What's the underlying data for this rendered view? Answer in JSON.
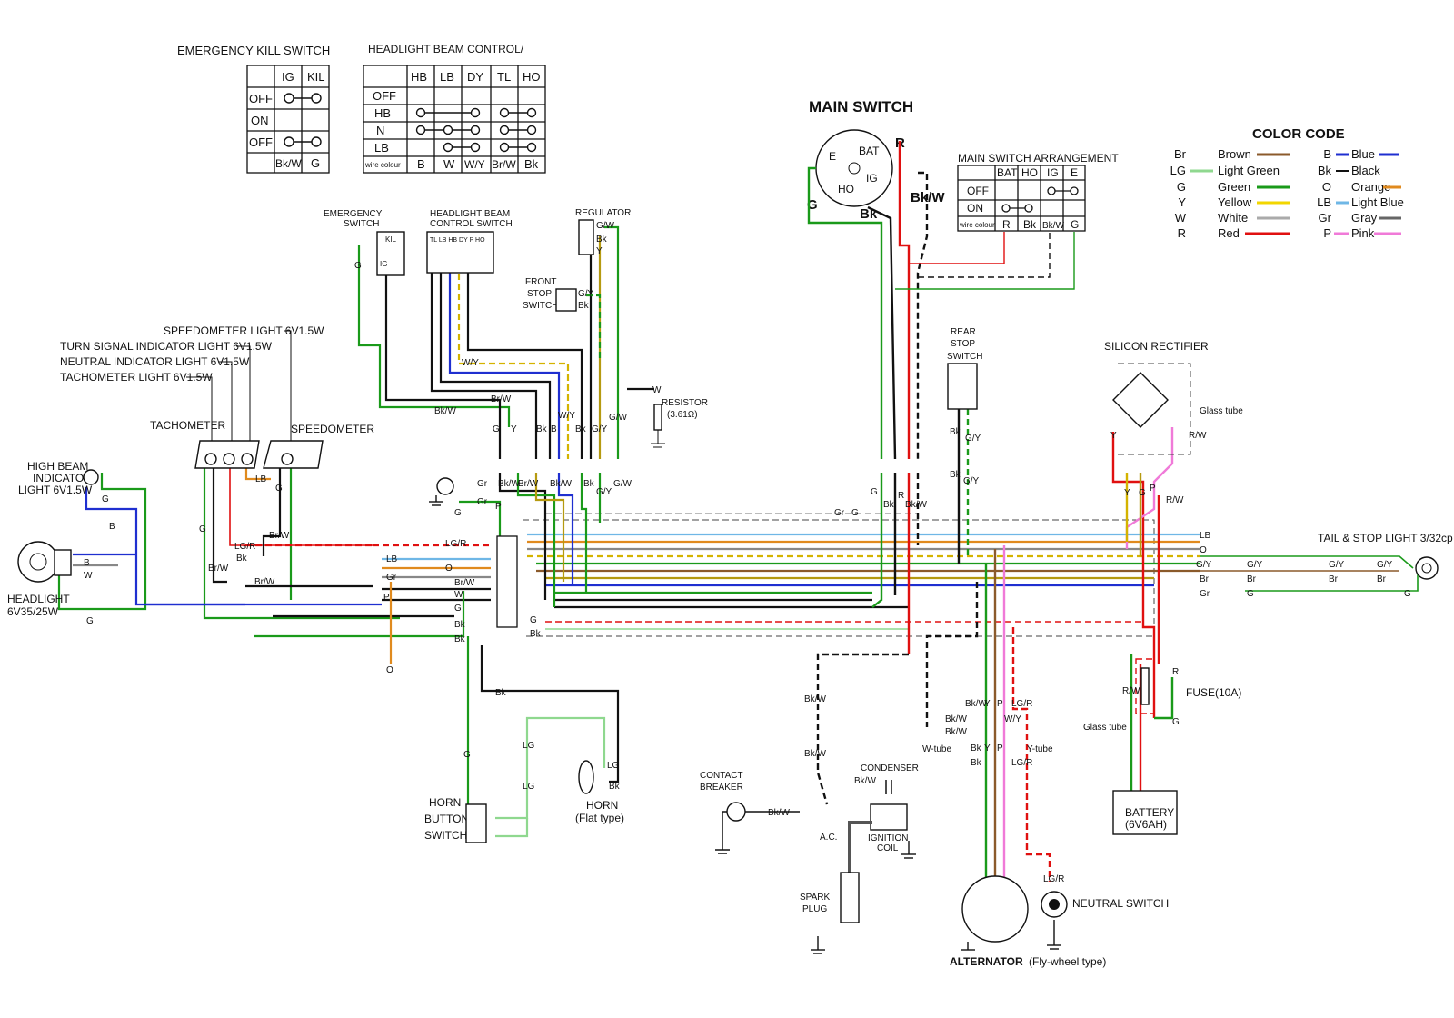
{
  "kill_switch_table": {
    "title": "EMERGENCY KILL SWITCH",
    "cols": [
      "IG",
      "KIL"
    ],
    "rows": [
      "OFF",
      "ON",
      "OFF"
    ],
    "footer": [
      "Bk/W",
      "G"
    ]
  },
  "beam_table": {
    "title": "HEADLIGHT BEAM CONTROL/",
    "cols": [
      "HB",
      "LB",
      "DY",
      "TL",
      "HO"
    ],
    "rows": [
      "OFF",
      "HB",
      "N",
      "LB"
    ],
    "footer_label": "wire colour",
    "footer": [
      "B",
      "W",
      "W/Y",
      "Br/W",
      "Bk"
    ]
  },
  "main_switch": {
    "title": "MAIN SWITCH",
    "terminals": [
      "E",
      "BAT",
      "IG",
      "HO"
    ],
    "wire_labels": [
      "R",
      "G",
      "Bk",
      "Bk/W"
    ]
  },
  "main_switch_arrangement": {
    "title": "MAIN SWITCH ARRANGEMENT",
    "cols": [
      "BAT",
      "HO",
      "IG",
      "E"
    ],
    "rows": [
      "OFF",
      "ON"
    ],
    "footer_label": "wire colour",
    "footer": [
      "R",
      "Bk",
      "Bk/W",
      "G"
    ]
  },
  "color_code": {
    "title": "COLOR CODE",
    "left": [
      {
        "abbr": "Br",
        "name": "Brown",
        "color": "#8b5a2b"
      },
      {
        "abbr": "LG",
        "name": "Light Green",
        "color": "#8fd88f"
      },
      {
        "abbr": "G",
        "name": "Green",
        "color": "#1a9a1a"
      },
      {
        "abbr": "Y",
        "name": "Yellow",
        "color": "#f2d600"
      },
      {
        "abbr": "W",
        "name": "White",
        "color": "#aaaaaa"
      },
      {
        "abbr": "R",
        "name": "Red",
        "color": "#e01010"
      }
    ],
    "right": [
      {
        "abbr": "B",
        "name": "Blue",
        "color": "#1f2fd0"
      },
      {
        "abbr": "Bk",
        "name": "Black",
        "color": "#111111"
      },
      {
        "abbr": "O",
        "name": "Orange",
        "color": "#e08a1e"
      },
      {
        "abbr": "LB",
        "name": "Light Blue",
        "color": "#6fb7e6"
      },
      {
        "abbr": "Gr",
        "name": "Gray",
        "color": "#666666"
      },
      {
        "abbr": "P",
        "name": "Pink",
        "color": "#f07ad8"
      }
    ]
  },
  "components": {
    "emergency_switch": {
      "label1": "EMERGENCY",
      "label2": "SWITCH",
      "t1": "KIL",
      "t2": "IG"
    },
    "beam_switch": {
      "label1": "HEADLIGHT BEAM",
      "label2": "CONTROL SWITCH",
      "pins": "TL LB HB DY P HO"
    },
    "regulator": {
      "label": "REGULATOR",
      "pins": [
        "G/W",
        "Bk",
        "Y"
      ]
    },
    "front_stop": {
      "label1": "FRONT",
      "label2": "STOP",
      "label3": "SWITCH",
      "pins": [
        "G/Y",
        "Bk"
      ]
    },
    "resistor": {
      "label1": "RESISTOR",
      "label2": "(3.61Ω)"
    },
    "rear_stop": {
      "label1": "REAR",
      "label2": "STOP",
      "label3": "SWITCH"
    },
    "rectifier": {
      "label": "SILICON RECTIFIER",
      "glass": "Glass tube"
    },
    "tail_light": {
      "label": "TAIL & STOP LIGHT 3/32cp"
    },
    "fuse": {
      "label": "FUSE(10A)",
      "glass": "Glass tube"
    },
    "battery": {
      "label1": "BATTERY",
      "label2": "(6V6AH)"
    },
    "headlight": {
      "label1": "HEADLIGHT",
      "label2": "6V35/25W"
    },
    "high_beam": {
      "label1": "HIGH BEAM",
      "label2": "INDICATOR",
      "label3": "LIGHT 6V1.5W"
    },
    "lamp_notes": {
      "speedo_light": "SPEEDOMETER LIGHT 6V1.5W",
      "turn_light": "TURN SIGNAL INDICATOR LIGHT 6V1.5W",
      "neutral_light": "NEUTRAL INDICATOR LIGHT 6V1.5W",
      "tacho_light": "TACHOMETER LIGHT 6V1.5W"
    },
    "tachometer": {
      "label": "TACHOMETER"
    },
    "speedometer": {
      "label": "SPEEDOMETER"
    },
    "horn_button": {
      "label1": "HORN",
      "label2": "BUTTON",
      "label3": "SWITCH"
    },
    "horn": {
      "label1": "HORN",
      "label2": "(Flat type)"
    },
    "contact_breaker": {
      "label1": "CONTACT",
      "label2": "BREAKER"
    },
    "condenser": {
      "label": "CONDENSER"
    },
    "ignition_coil": {
      "label1": "IGNITION",
      "label2": "COIL"
    },
    "ac_label": "A.C.",
    "spark_plug": {
      "label1": "SPARK",
      "label2": "PLUG"
    },
    "alternator": {
      "label": "ALTERNATOR",
      "sub": "(Fly-wheel type)"
    },
    "neutral_switch": {
      "label": "NEUTRAL SWITCH"
    },
    "w_tube": "W-tube",
    "y_tube": "Y-tube"
  },
  "wire_tags": {
    "g": "G",
    "b": "B",
    "w": "W",
    "bk": "Bk",
    "bkw": "Bk/W",
    "brw": "Br/W",
    "lgr": "LG/R",
    "lb": "LB",
    "o": "O",
    "gr": "Gr",
    "p": "P",
    "r": "R",
    "y": "Y",
    "gy": "G/Y",
    "wy": "W/Y",
    "gw": "G/W",
    "lg": "LG",
    "br": "Br",
    "rw": "R/W"
  }
}
